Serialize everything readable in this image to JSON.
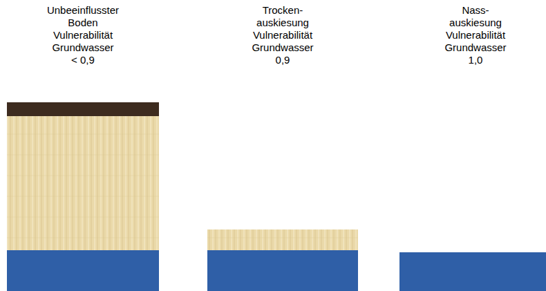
{
  "diagram": {
    "labels": [
      "Unbeeinflusster Boden Vulnerabilität Grundwasser < 0,9",
      "Trocken- auskiesung Vulnerabilität Grundwasser 0,9",
      "Nass- auskiesung Vulnerabilität Grundwasser 1,0"
    ]
  }
}
